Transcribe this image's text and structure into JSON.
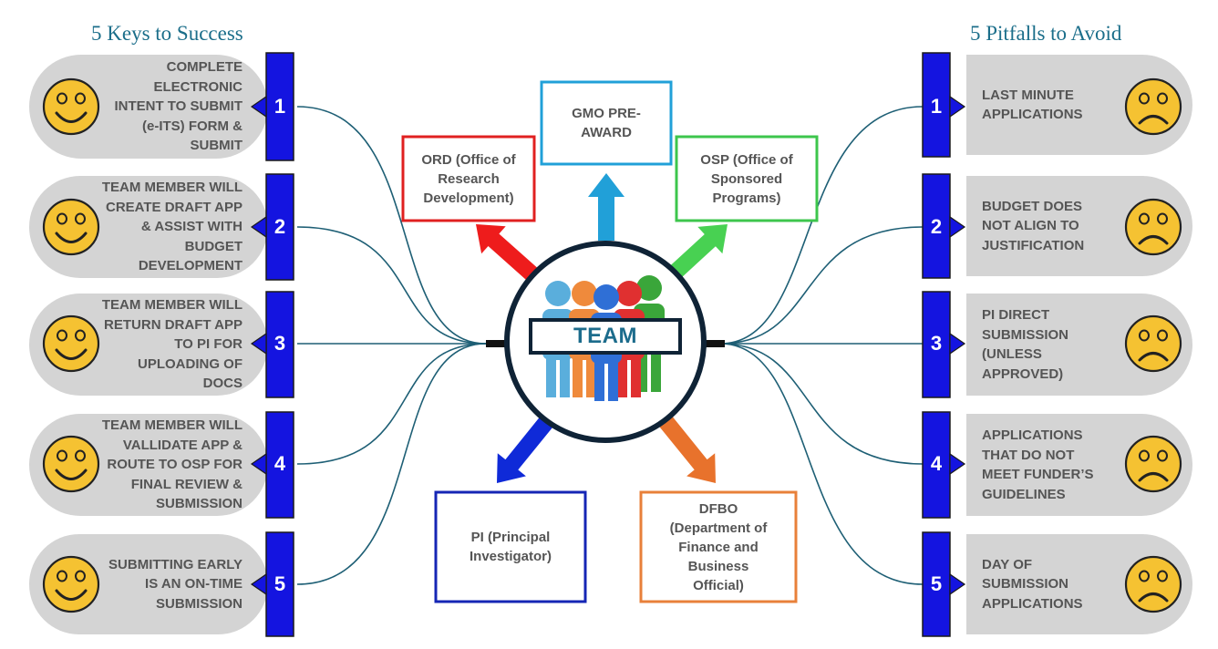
{
  "titles": {
    "left": "5 Keys to Success",
    "right": "5 Pitfalls to Avoid"
  },
  "keys": [
    {
      "number": "1",
      "lines": [
        "COMPLETE",
        "ELECTRONIC",
        "INTENT TO SUBMIT",
        "(e-ITS) FORM &",
        "SUBMIT"
      ]
    },
    {
      "number": "2",
      "lines": [
        "TEAM MEMBER WILL",
        "CREATE DRAFT APP",
        "& ASSIST WITH",
        "BUDGET",
        "DEVELOPMENT"
      ]
    },
    {
      "number": "3",
      "lines": [
        "TEAM MEMBER WILL",
        "RETURN DRAFT APP",
        "TO PI FOR",
        "UPLOADING OF",
        "DOCS"
      ]
    },
    {
      "number": "4",
      "lines": [
        "TEAM MEMBER WILL",
        "VALLIDATE APP &",
        "ROUTE TO OSP FOR",
        "FINAL REVIEW &",
        "SUBMISSION"
      ]
    },
    {
      "number": "5",
      "lines": [
        "SUBMITTING EARLY",
        "IS AN ON-TIME",
        "SUBMISSION"
      ]
    }
  ],
  "pitfalls": [
    {
      "number": "1",
      "lines": [
        "LAST MINUTE",
        "APPLICATIONS"
      ]
    },
    {
      "number": "2",
      "lines": [
        "BUDGET DOES",
        "NOT ALIGN TO",
        "JUSTIFICATION"
      ]
    },
    {
      "number": "3",
      "lines": [
        "PI DIRECT",
        "SUBMISSION",
        "(UNLESS",
        "APPROVED)"
      ]
    },
    {
      "number": "4",
      "lines": [
        "APPLICATIONS",
        "THAT DO NOT",
        "MEET FUNDER’S",
        "GUIDELINES"
      ]
    },
    {
      "number": "5",
      "lines": [
        "DAY OF",
        "SUBMISSION",
        "APPLICATIONS"
      ]
    }
  ],
  "center": {
    "label": "TEAM",
    "people_colors": [
      "#5aaedc",
      "#ef8a3c",
      "#2f6fd6",
      "#e03030",
      "#3aa63a"
    ]
  },
  "units": [
    {
      "id": "ord",
      "lines": [
        "ORD (Office of",
        "Research",
        "Development)"
      ],
      "color": "#e02020",
      "arrow_color": "#ee1c1c"
    },
    {
      "id": "gmo",
      "lines": [
        "GMO PRE-",
        "AWARD"
      ],
      "color": "#21a0d8",
      "arrow_color": "#21a0d8"
    },
    {
      "id": "osp",
      "lines": [
        "OSP (Office of",
        "Sponsored",
        "Programs)"
      ],
      "color": "#3dc64c",
      "arrow_color": "#48d152"
    },
    {
      "id": "pi",
      "lines": [
        "PI (Principal",
        "Investigator)"
      ],
      "color": "#1526b5",
      "arrow_color": "#0f2ad8"
    },
    {
      "id": "dfbo",
      "lines": [
        "DFBO",
        "(Department of",
        "Finance and",
        "Business",
        "Official)"
      ],
      "color": "#e8803a",
      "arrow_color": "#e8722c"
    }
  ],
  "colors": {
    "pill_fill": "#d4d4d4",
    "number_block": "#1414e0",
    "title_color": "#1b6e8a",
    "connector_color": "#1e5f75",
    "smiley_fill": "#f5c232"
  },
  "icons": {
    "keys_face": "smiley-face-icon",
    "pitfalls_face": "frowning-face-icon"
  }
}
